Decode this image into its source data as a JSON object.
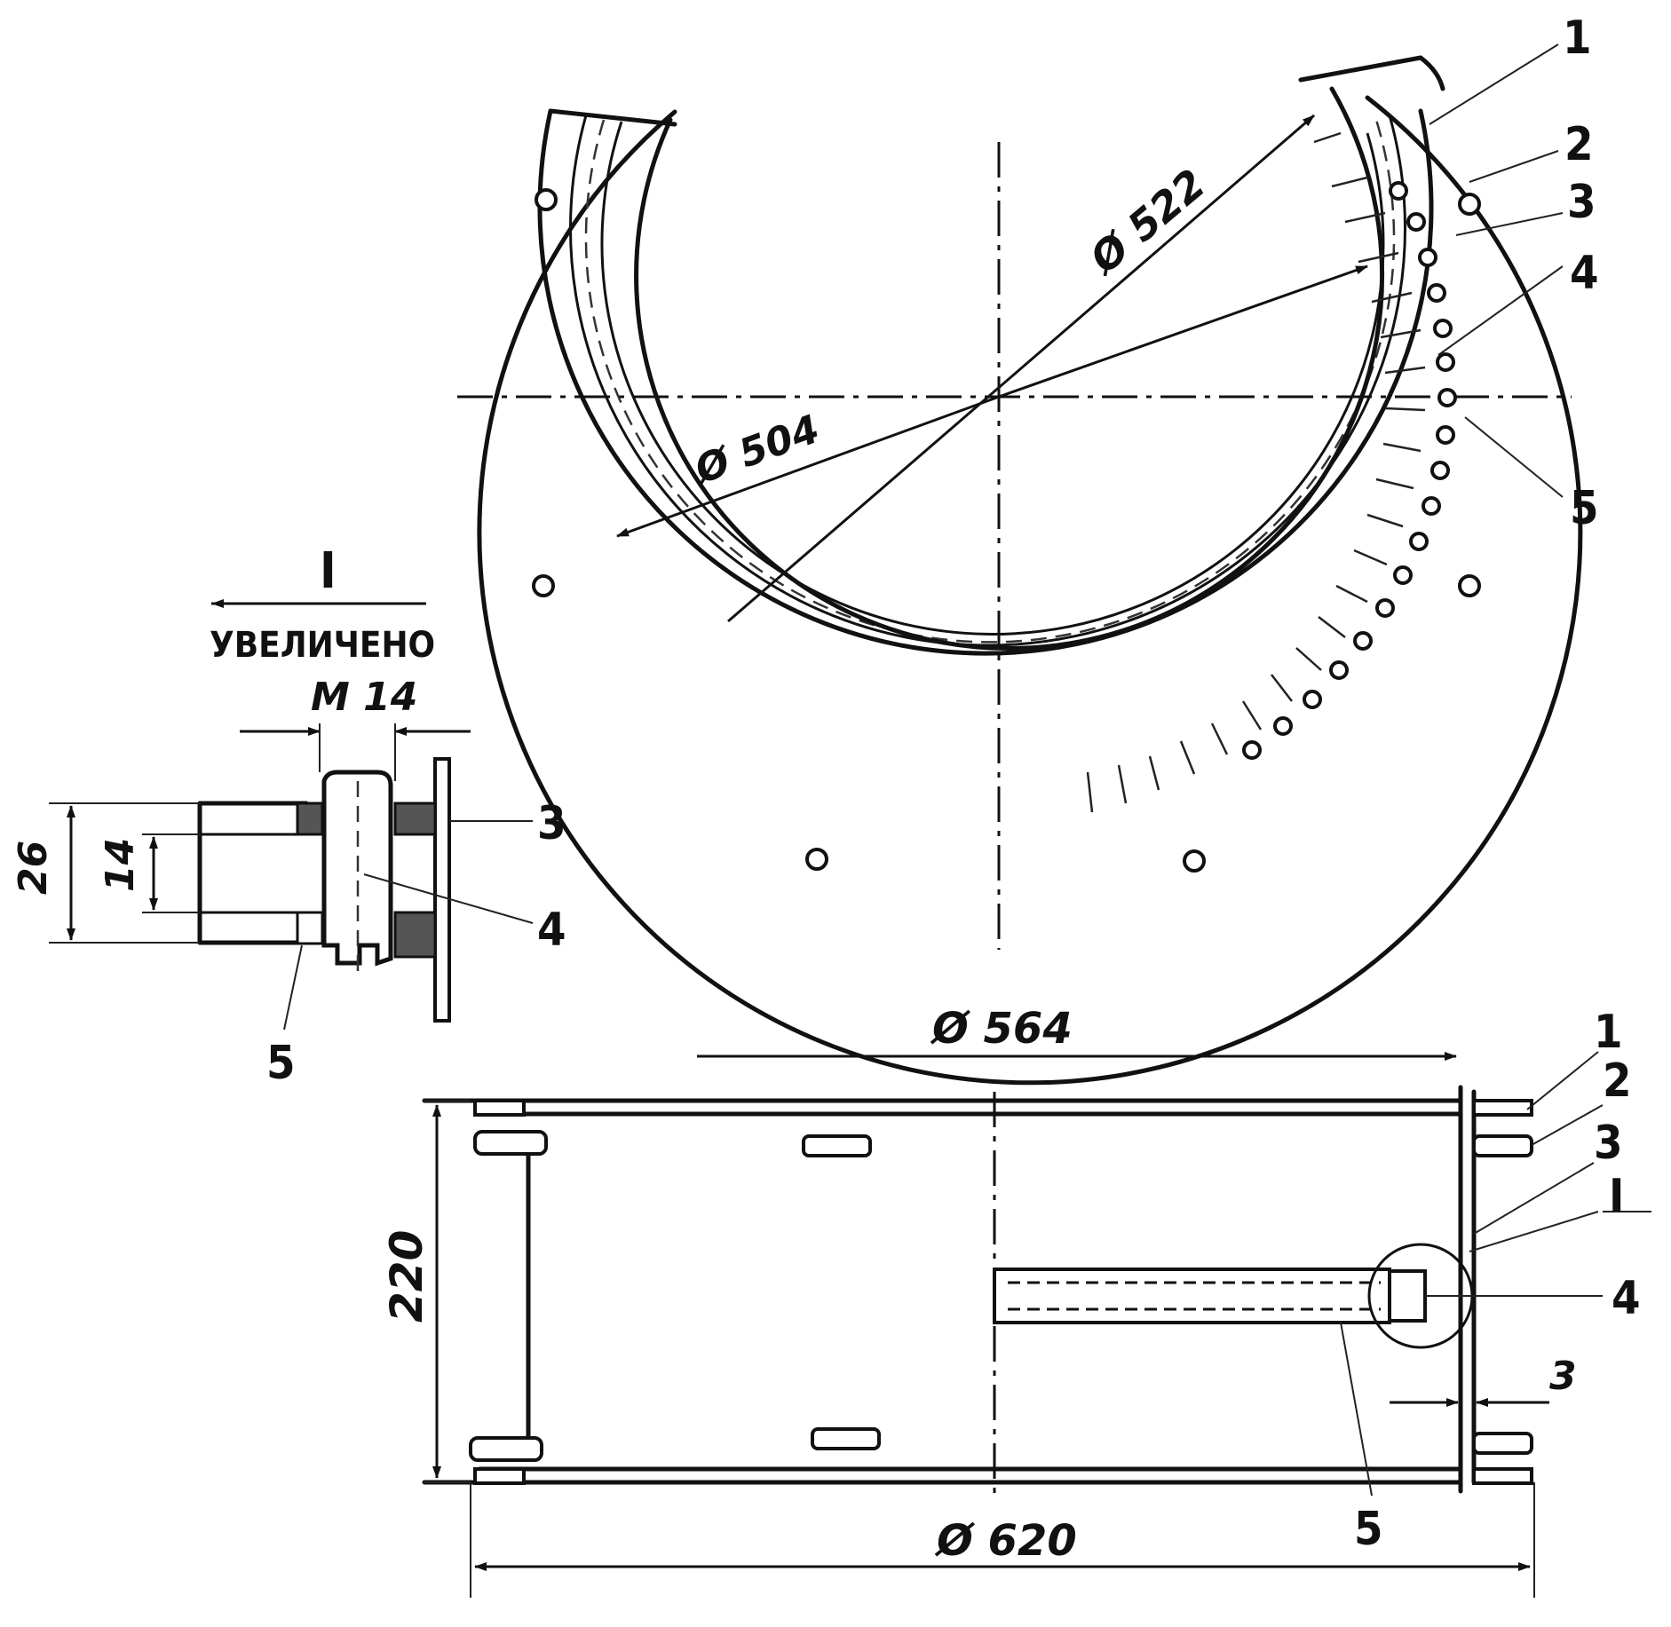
{
  "drawing": {
    "dimensions": {
      "d522": "Ø 522",
      "d504": "Ø 504",
      "d564": "Ø 564",
      "d620": "Ø 620",
      "h220": "220",
      "thk3": "3",
      "m14": "M 14",
      "h26": "26",
      "h14": "14"
    },
    "detail": {
      "roman": "I",
      "caption": "УВЕЛИЧЕНО",
      "callout": "I"
    },
    "parts_top": [
      "1",
      "2",
      "3",
      "4",
      "5"
    ],
    "parts_side": [
      "1",
      "2",
      "3",
      "4",
      "5"
    ],
    "parts_detail": [
      "3",
      "4",
      "5"
    ]
  }
}
